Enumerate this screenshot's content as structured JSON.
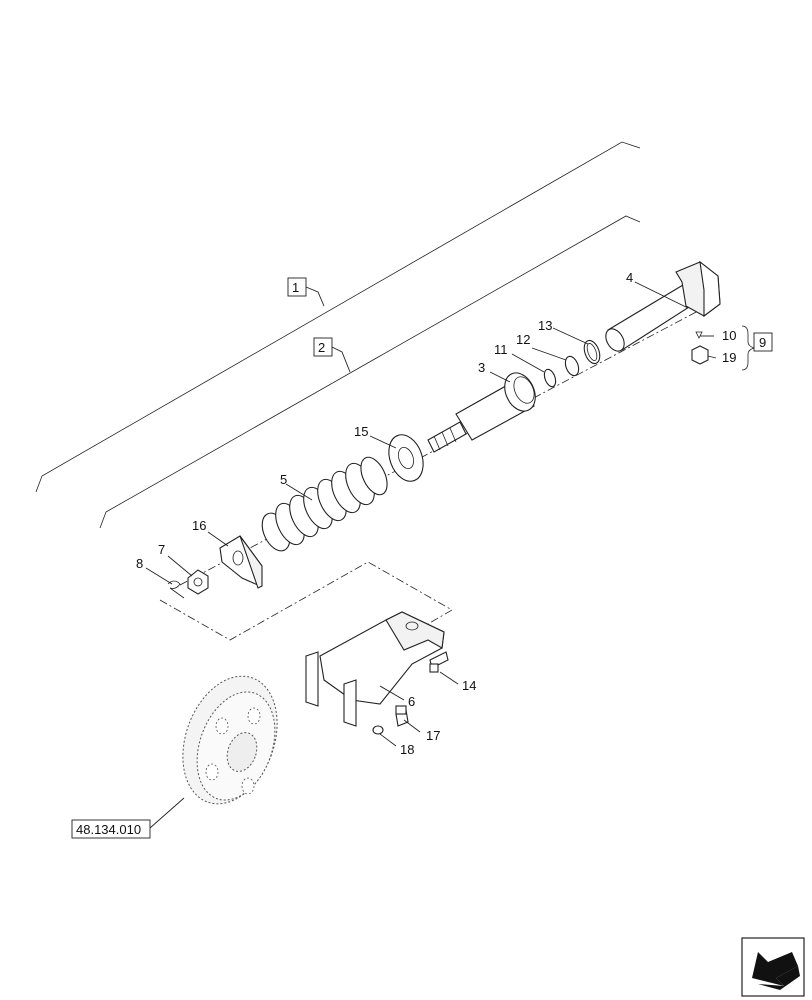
{
  "callouts": {
    "n1": "1",
    "n2": "2",
    "n3": "3",
    "n4": "4",
    "n5": "5",
    "n6": "6",
    "n7": "7",
    "n8": "8",
    "n9": "9",
    "n10": "10",
    "n11": "11",
    "n12": "12",
    "n13": "13",
    "n14": "14",
    "n15": "15",
    "n16": "16",
    "n17": "17",
    "n18": "18",
    "n19": "19"
  },
  "reference": {
    "label": "48.134.010"
  },
  "nav_icon": {
    "name": "back-arrow-icon"
  }
}
